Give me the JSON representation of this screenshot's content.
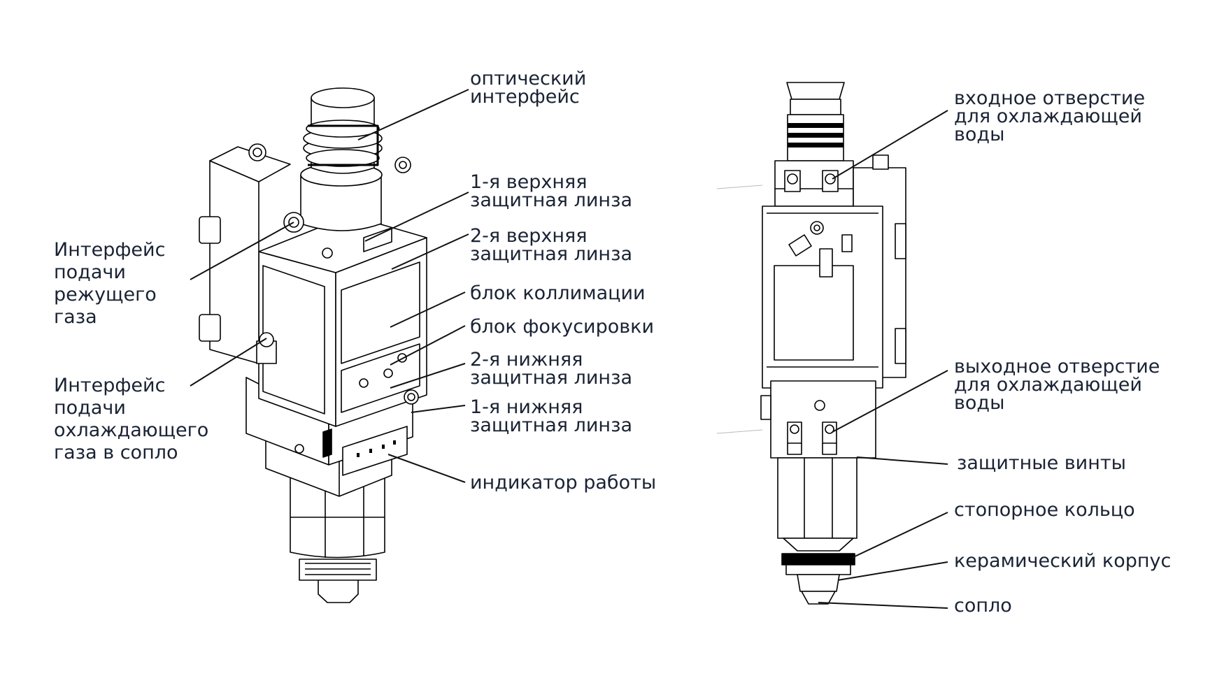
{
  "left_view": {
    "labels": {
      "optical_interface": "оптический\nинтерфейс",
      "upper_lens_1": "1-я верхняя\nзащитная линза",
      "upper_lens_2": "2-я верхняя\nзащитная линза",
      "collimation_block": "блок коллимации",
      "focusing_block": "блок фокусировки",
      "lower_lens_2": "2-я нижняя\nзащитная линза",
      "lower_lens_1": "1-я нижняя\nзащитная линза",
      "work_indicator": "индикатор работы",
      "cutting_gas_interface": "Интерфейс\nподачи\nрежущего\nгаза",
      "cooling_gas_interface": "Интерфейс\nподачи\nохлаждающего\nгаза в сопло"
    }
  },
  "right_view": {
    "labels": {
      "water_inlet": "входное отверстие\nдля охлаждающей\nводы",
      "water_outlet": "выходное отверстие\nдля охлаждающей\nводы",
      "protective_screws": "защитные винты",
      "lock_ring": "стопорное кольцо",
      "ceramic_body": "керамический корпус",
      "nozzle": "сопло"
    }
  },
  "colors": {
    "text": "#1a2334",
    "line": "#111111",
    "drawing": "#000000"
  }
}
